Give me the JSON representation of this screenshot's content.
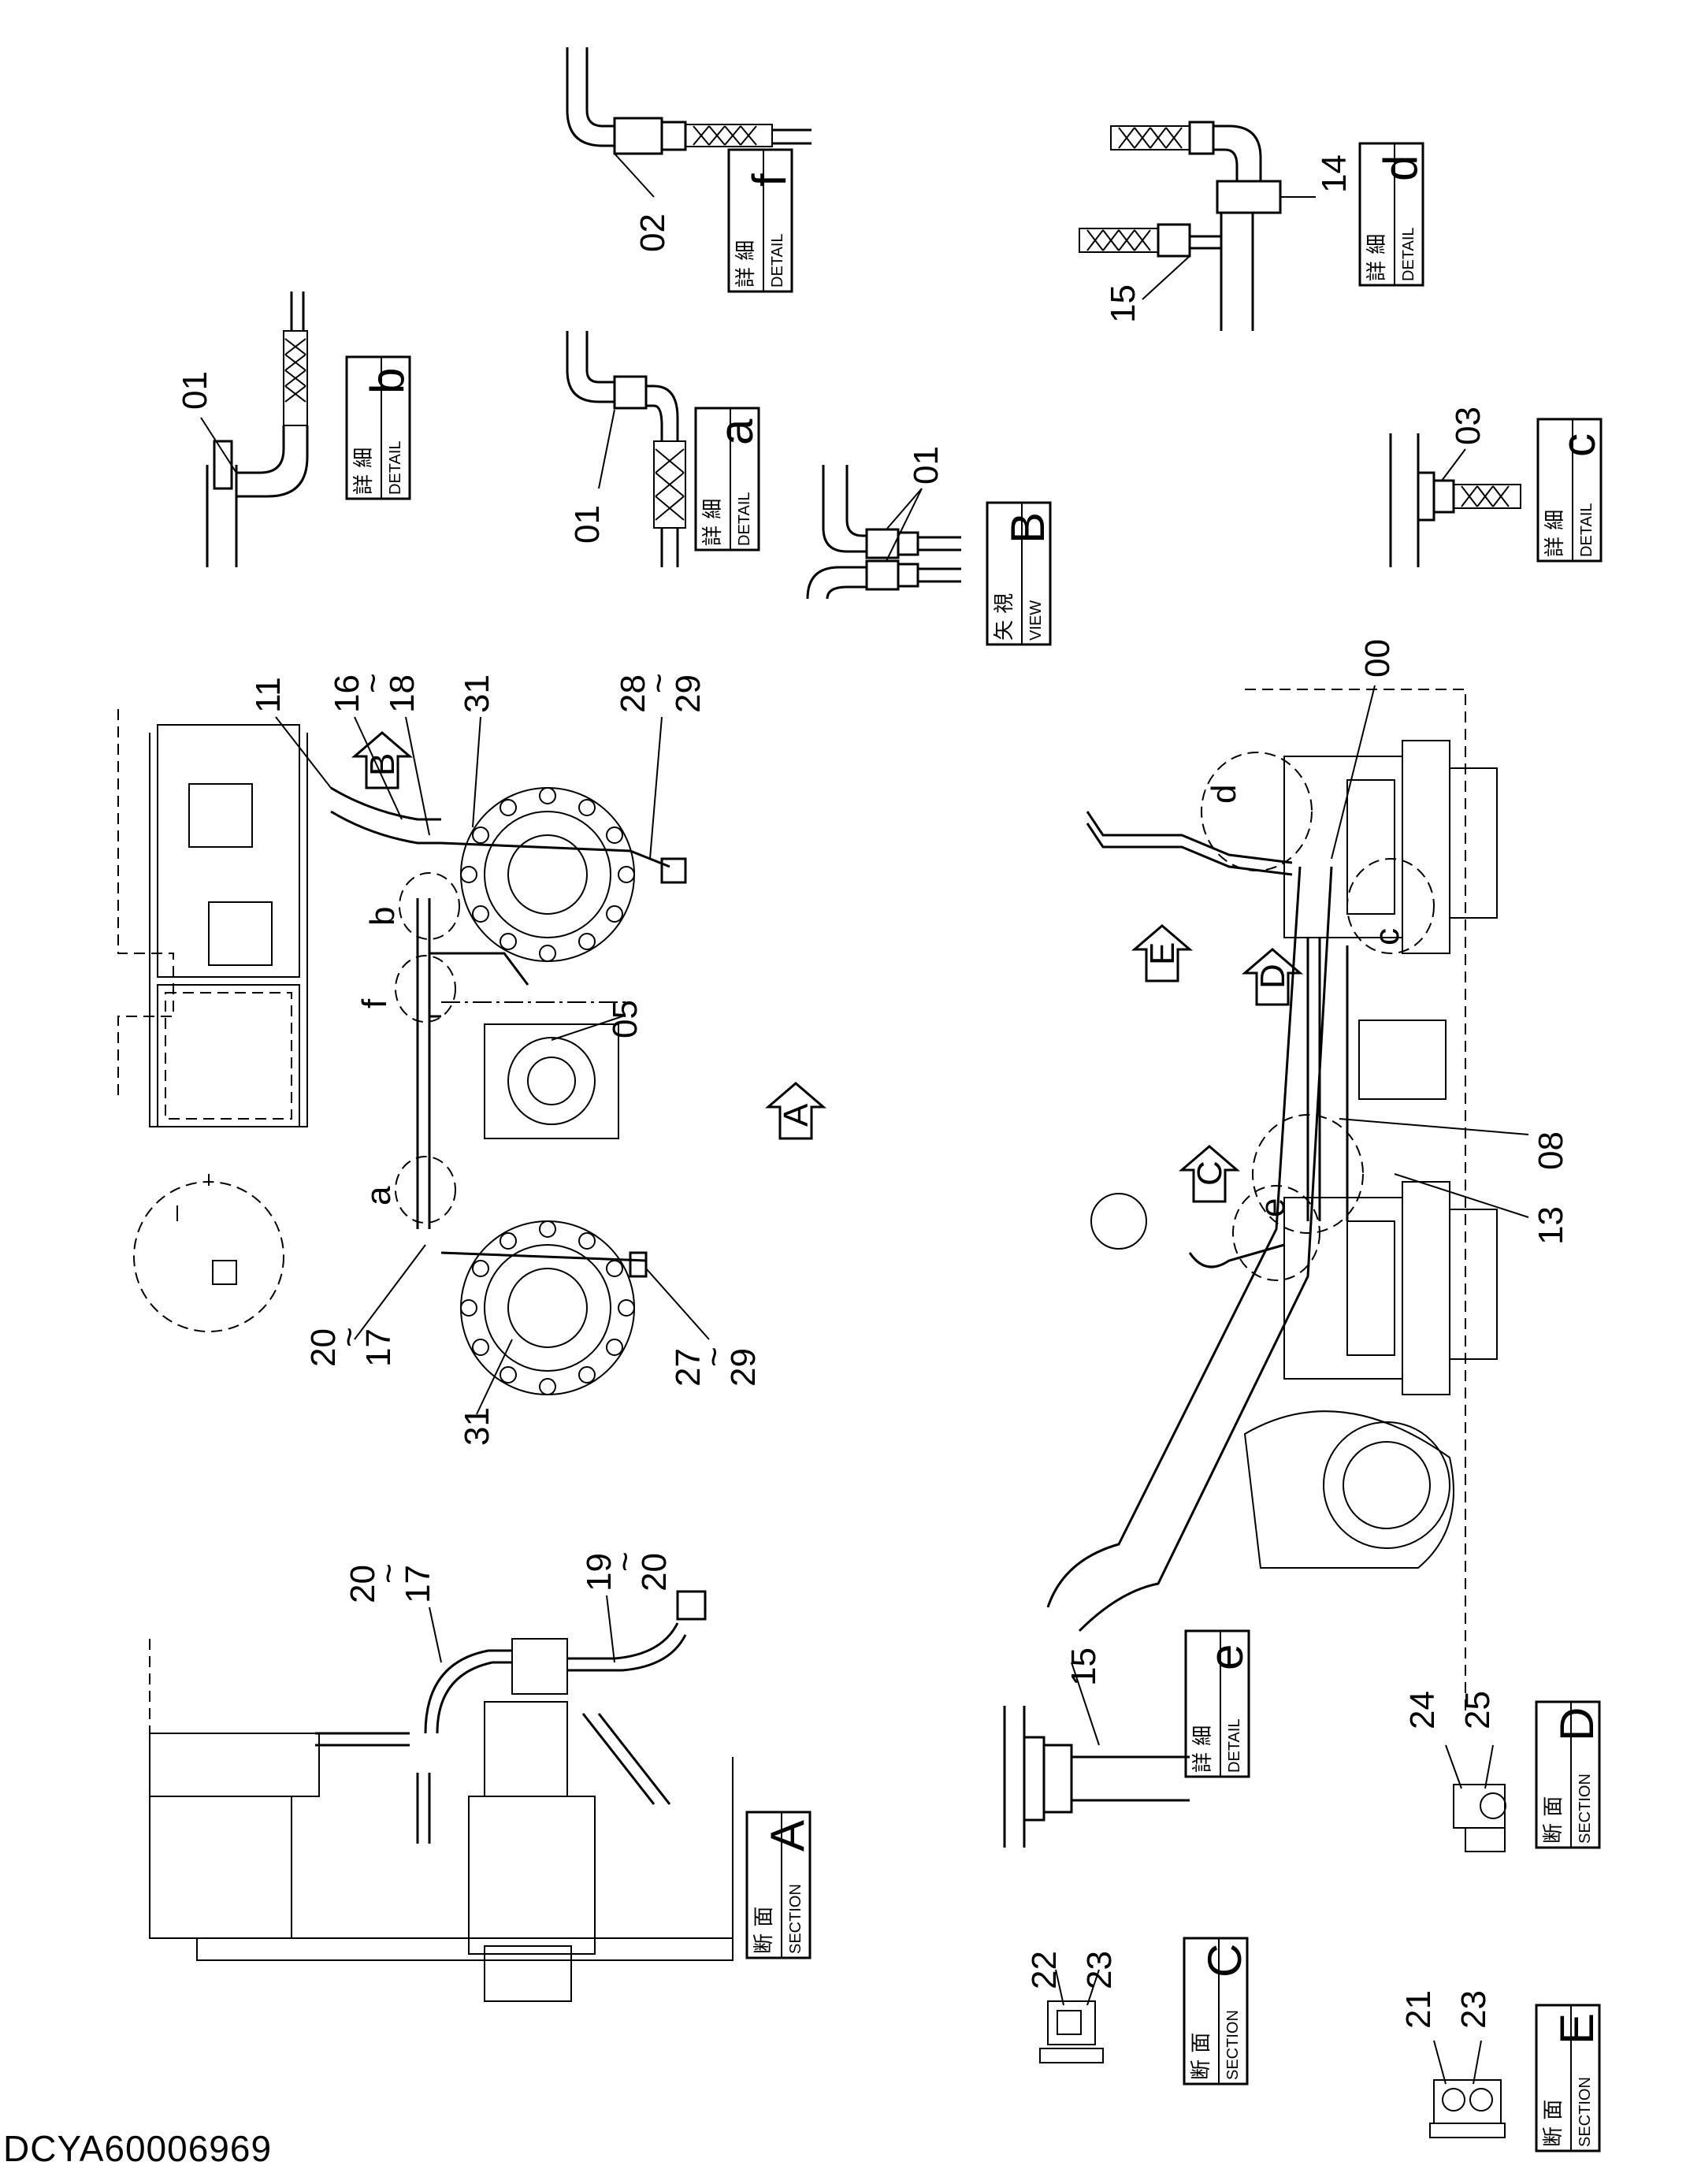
{
  "document_code": "DCYA60006969",
  "detail_boxes": {
    "a": {
      "jp": "詳 細",
      "en": "DETAIL",
      "letter": "a"
    },
    "b": {
      "jp": "詳 細",
      "en": "DETAIL",
      "letter": "b"
    },
    "c": {
      "jp": "詳 細",
      "en": "DETAIL",
      "letter": "c"
    },
    "d": {
      "jp": "詳 細",
      "en": "DETAIL",
      "letter": "d"
    },
    "e": {
      "jp": "詳 細",
      "en": "DETAIL",
      "letter": "e"
    },
    "f": {
      "jp": "詳 細",
      "en": "DETAIL",
      "letter": "f"
    }
  },
  "view_boxes": {
    "B": {
      "jp": "矢 視",
      "en": "VIEW",
      "letter": "B"
    }
  },
  "section_boxes": {
    "A": {
      "jp": "断 面",
      "en": "SECTION",
      "letter": "A"
    },
    "C": {
      "jp": "断 面",
      "en": "SECTION",
      "letter": "C"
    },
    "D": {
      "jp": "断 面",
      "en": "SECTION",
      "letter": "D"
    },
    "E": {
      "jp": "断 面",
      "en": "SECTION",
      "letter": "E"
    }
  },
  "part_labels": {
    "p01_b": "01",
    "p01_a": "01",
    "p01_view": "01",
    "p02": "02",
    "p03": "03",
    "p14": "14",
    "p15_d": "15",
    "p15_e": "15",
    "p11": "11",
    "p16_18_top": "16",
    "p16_18_sep": "~",
    "p16_18_bot": "18",
    "p31_top": "31",
    "p28_29_top": "28",
    "p28_29_sep": "~",
    "p28_29_bot": "29",
    "p05": "05",
    "p20_17_top": "20",
    "p20_17_sep": "~",
    "p20_17_bot": "17",
    "p31_bottom": "31",
    "p27_29_top": "27",
    "p27_29_sep": "~",
    "p27_29_bot": "29",
    "p00": "00",
    "p08": "08",
    "p13": "13",
    "pA_20_17_top": "20",
    "pA_20_17_sep": "~",
    "pA_20_17_bot": "17",
    "pA_19_20_top": "19",
    "pA_19_20_sep": "~",
    "pA_19_20_bot": "20",
    "p22": "22",
    "p23_c": "23",
    "p24": "24",
    "p25": "25",
    "p21": "21",
    "p23_e": "23"
  },
  "view_markers": {
    "A": "A",
    "B": "B",
    "C": "C",
    "D": "D",
    "E": "E"
  },
  "detail_callouts": {
    "a": "a",
    "b": "b",
    "c": "c",
    "d": "d",
    "e": "e",
    "f": "f"
  }
}
